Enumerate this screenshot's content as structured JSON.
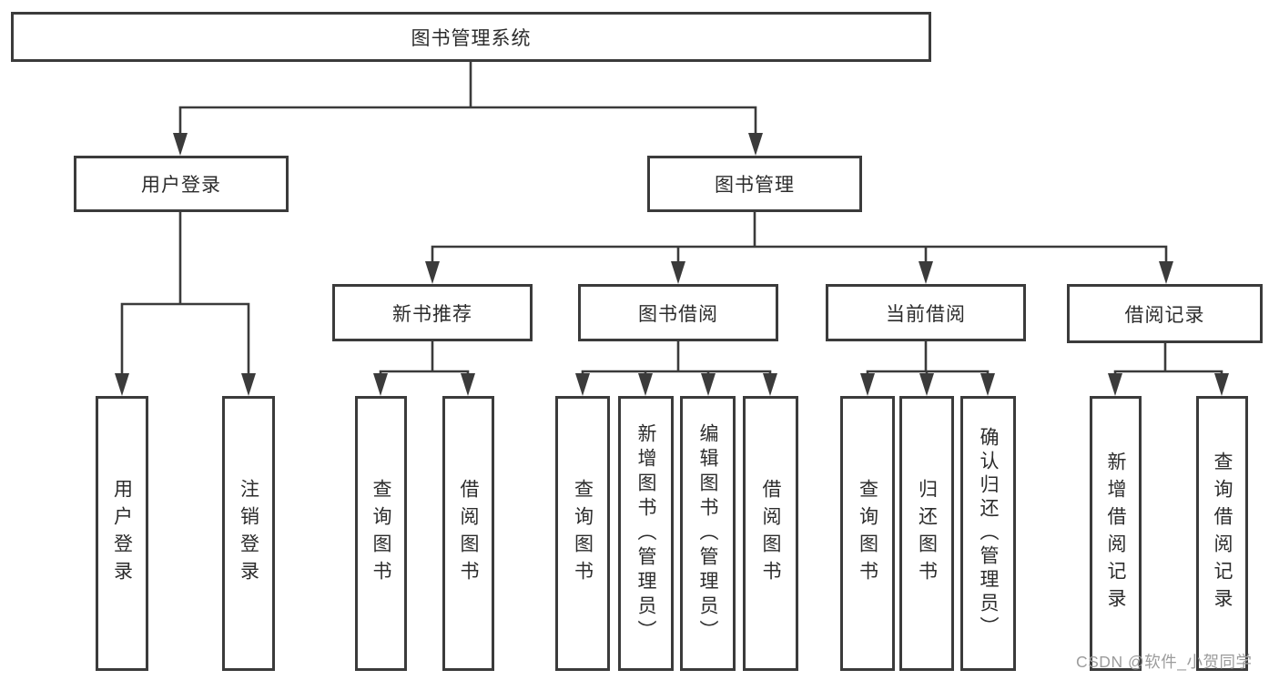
{
  "diagram": {
    "type": "hierarchy-tree",
    "colors": {
      "line": "#3b3b3b",
      "box_border": "#3b3b3b",
      "box_fill": "#ffffff",
      "text": "#2c2c2c",
      "watermark": "#9c9c9c",
      "background": "#ffffff"
    },
    "tree": {
      "label": "图书管理系统",
      "children": [
        {
          "label": "用户登录",
          "children": [
            {
              "label": "用户登录"
            },
            {
              "label": "注销登录"
            }
          ]
        },
        {
          "label": "图书管理",
          "children": [
            {
              "label": "新书推荐",
              "children": [
                {
                  "label": "查询图书"
                },
                {
                  "label": "借阅图书"
                }
              ]
            },
            {
              "label": "图书借阅",
              "children": [
                {
                  "label": "查询图书"
                },
                {
                  "label": "新增图书（管理员）"
                },
                {
                  "label": "编辑图书（管理员）"
                },
                {
                  "label": "借阅图书"
                }
              ]
            },
            {
              "label": "当前借阅",
              "children": [
                {
                  "label": "查询图书"
                },
                {
                  "label": "归还图书"
                },
                {
                  "label": "确认归还（管理员）"
                }
              ]
            },
            {
              "label": "借阅记录",
              "children": [
                {
                  "label": "新增借阅记录"
                },
                {
                  "label": "查询借阅记录"
                }
              ]
            }
          ]
        }
      ]
    },
    "watermark": {
      "text": "CSDN @软件_小贺同学"
    }
  }
}
